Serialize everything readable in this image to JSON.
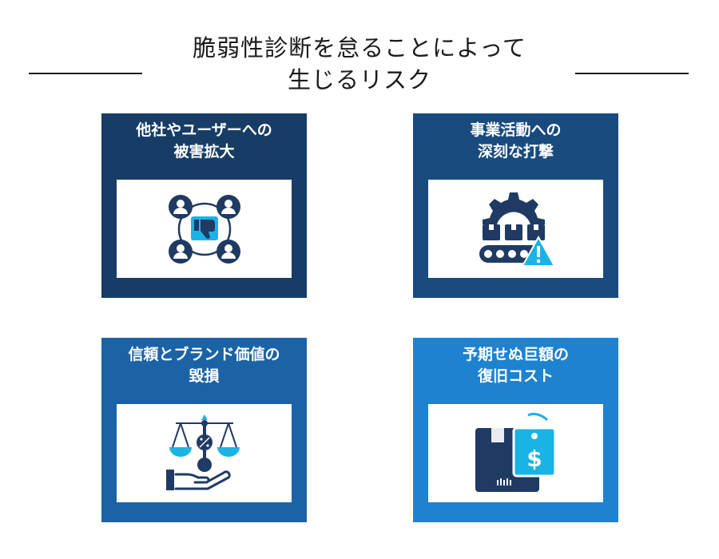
{
  "header": {
    "title_line1": "脆弱性診断を怠ることによって",
    "title_line2": "生じるリスク"
  },
  "cards": [
    {
      "line1": "他社やユーザーへの",
      "line2": "被害拡大",
      "icon": "people-thumbs-down-icon",
      "bg": "#173d66"
    },
    {
      "line1": "事業活動への",
      "line2": "深刻な打撃",
      "icon": "gear-conveyor-warning-icon",
      "bg": "#1a4b7f"
    },
    {
      "line1": "信頼とブランド価値の",
      "line2": "毀損",
      "icon": "hand-balance-scale-icon",
      "bg": "#1b63a6"
    },
    {
      "line1": "予期せぬ巨額の",
      "line2": "復旧コスト",
      "icon": "box-dollar-tag-icon",
      "bg": "#1d82d0"
    }
  ],
  "colors": {
    "icon_dark": "#1f3a63",
    "icon_accent": "#1ab3e6"
  }
}
